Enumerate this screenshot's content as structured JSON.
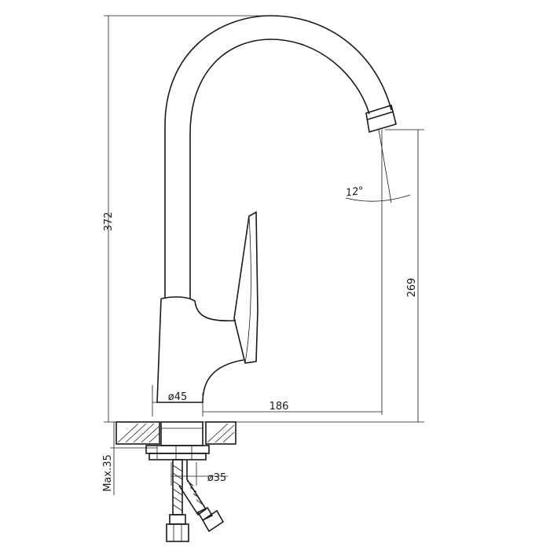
{
  "dimensions": {
    "total_height": "372",
    "spout_height": "269",
    "reach": "186",
    "base_diameter": "ø45",
    "hole_diameter": "ø35",
    "max_thickness": "Max.35",
    "spout_angle": "12°"
  },
  "colors": {
    "line": "#1a1a1a",
    "background": "#ffffff"
  }
}
